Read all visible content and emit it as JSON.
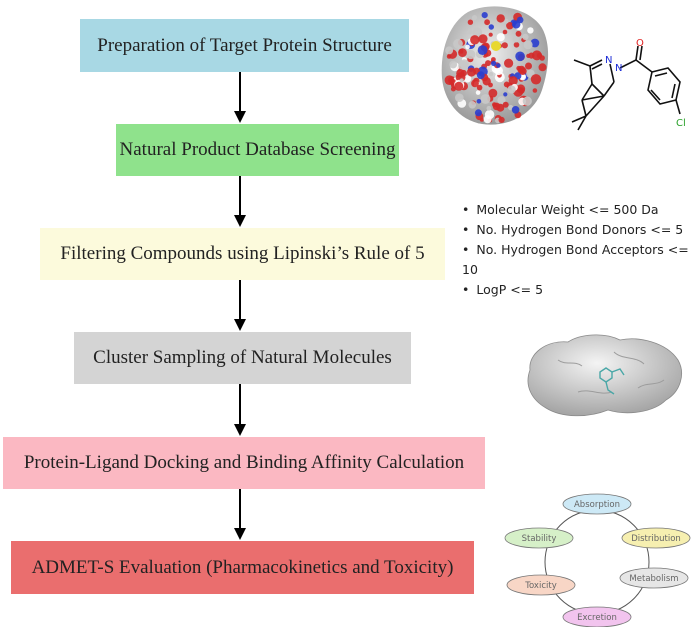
{
  "steps": [
    {
      "label": "Preparation of Target Protein Structure",
      "color": "#a8d8e4"
    },
    {
      "label": "Natural Product Database Screening",
      "color": "#8fe28c"
    },
    {
      "label": "Filtering Compounds using Lipinski’s Rule of 5",
      "color": "#fcfadc"
    },
    {
      "label": "Cluster Sampling of Natural Molecules",
      "color": "#d4d4d4"
    },
    {
      "label": "Protein-Ligand Docking and Binding Affinity Calculation",
      "color": "#fbb8c2"
    },
    {
      "label": "ADMET-S Evaluation (Pharmacokinetics and Toxicity)",
      "color": "#ea6e6e"
    }
  ],
  "lipinski_criteria": [
    "Molecular Weight <= 500 Da",
    "No. Hydrogen Bond Donors <= 5",
    "No. Hydrogen Bond Acceptors <= 10",
    "LogP <= 5"
  ],
  "molecule_atoms": {
    "nitrogen_1": "N",
    "nitrogen_2": "N",
    "oxygen": "O",
    "chlorine": "Cl"
  },
  "admet_nodes": [
    {
      "label": "Absorption",
      "color": "#cde9f6"
    },
    {
      "label": "Distribution",
      "color": "#f6efb0"
    },
    {
      "label": "Metabolism",
      "color": "#e6e6e6"
    },
    {
      "label": "Excretion",
      "color": "#f2c4ee"
    },
    {
      "label": "Toxicity",
      "color": "#f8d6c6"
    },
    {
      "label": "Stability",
      "color": "#d6f0c8"
    }
  ]
}
